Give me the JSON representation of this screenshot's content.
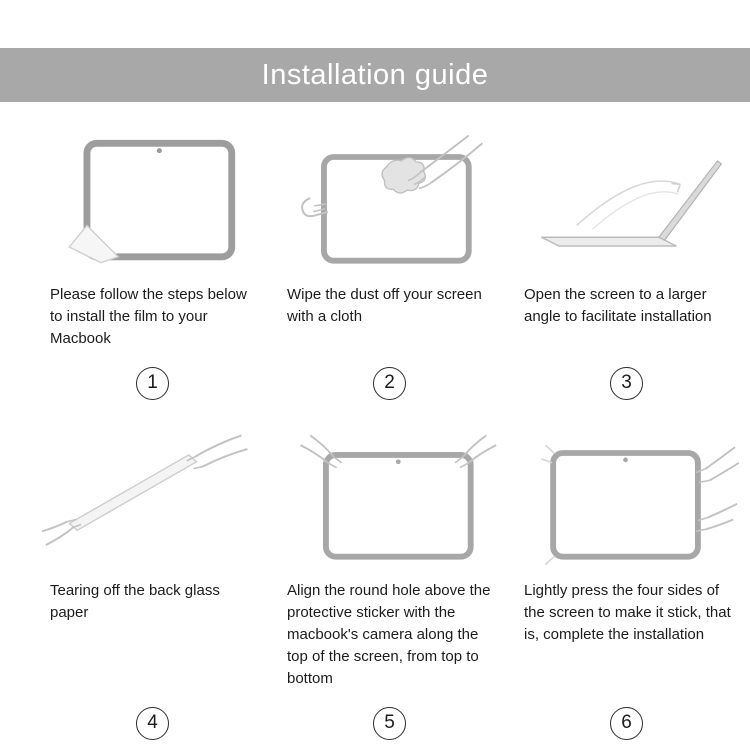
{
  "header": {
    "title": "Installation guide",
    "bg_color": "#a8a8a8",
    "text_color": "#ffffff"
  },
  "steps": [
    {
      "number": "1",
      "caption": "Please follow the steps below to install the film to your Macbook",
      "icon": "macbook-screen-peel-corner-icon"
    },
    {
      "number": "2",
      "caption": "Wipe the dust off your screen with a cloth",
      "icon": "hand-wiping-screen-with-cloth-icon"
    },
    {
      "number": "3",
      "caption": "Open the screen to a larger angle to facilitate installation",
      "icon": "laptop-opened-wide-angle-icon"
    },
    {
      "number": "4",
      "caption": "Tearing off the back glass paper",
      "icon": "hands-tearing-back-paper-icon"
    },
    {
      "number": "5",
      "caption": "Align the round hole above the protective sticker with the macbook's camera along the top of the screen, from top to bottom",
      "icon": "hands-aligning-film-to-camera-icon"
    },
    {
      "number": "6",
      "caption": "Lightly press the four sides of the screen to make it stick, that is, complete the installation",
      "icon": "hands-pressing-screen-edges-icon"
    }
  ]
}
